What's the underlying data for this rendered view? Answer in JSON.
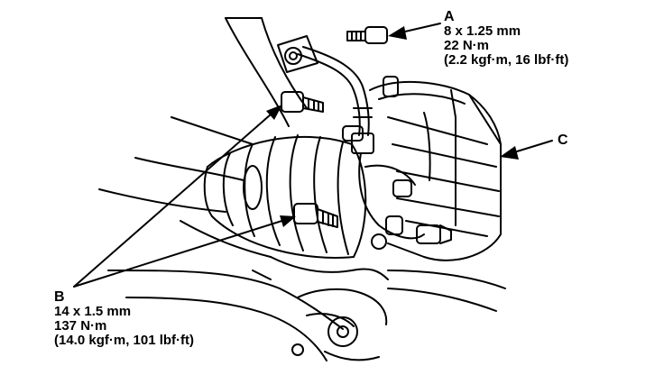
{
  "callouts": {
    "a": {
      "letter": "A",
      "thread": "8 x 1.25 mm",
      "torque_nm": "22 N·m",
      "torque_alt": "(2.2 kgf·m, 16 lbf·ft)"
    },
    "b": {
      "letter": "B",
      "thread": "14 x 1.5 mm",
      "torque_nm": "137 N·m",
      "torque_alt": "(14.0 kgf·m, 101 lbf·ft)"
    },
    "c": {
      "letter": "C"
    }
  },
  "colors": {
    "line": "#000000",
    "background": "#ffffff"
  }
}
